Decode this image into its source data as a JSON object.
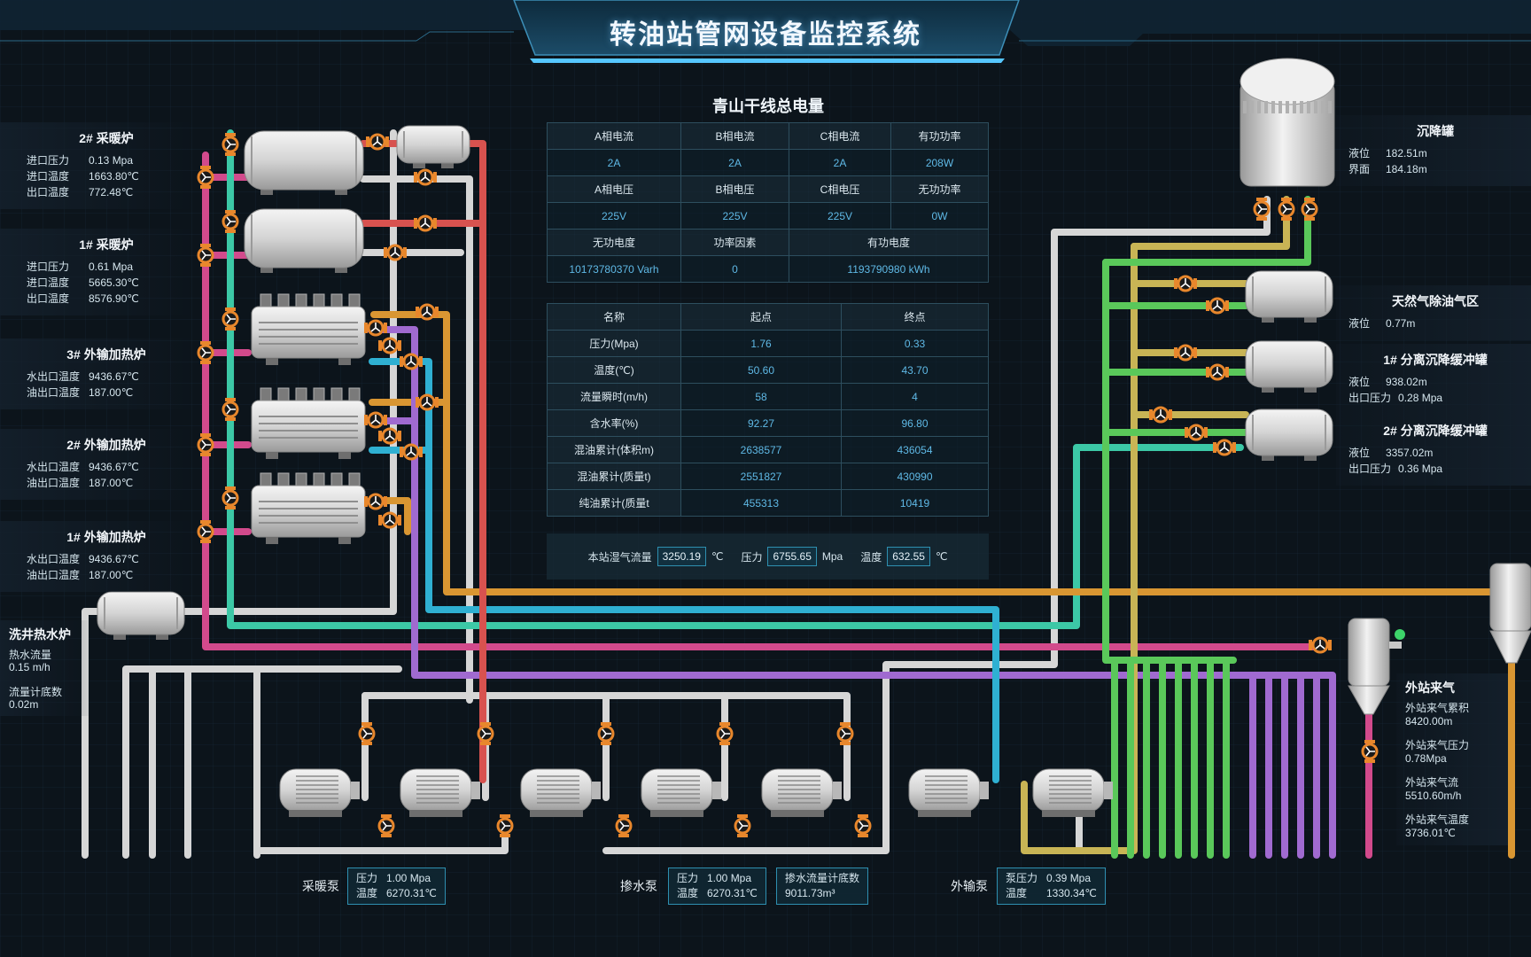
{
  "header": {
    "title": "转油站管网设备监控系统"
  },
  "left_panels": [
    {
      "title": "2# 采暖炉",
      "rows": [
        {
          "label": "进口压力",
          "value": "0.13 Mpa"
        },
        {
          "label": "进口温度",
          "value": "1663.80℃"
        },
        {
          "label": "出口温度",
          "value": "772.48℃"
        }
      ]
    },
    {
      "title": "1# 采暖炉",
      "rows": [
        {
          "label": "进口压力",
          "value": "0.61 Mpa"
        },
        {
          "label": "进口温度",
          "value": "5665.30℃"
        },
        {
          "label": "出口温度",
          "value": "8576.90℃"
        }
      ]
    },
    {
      "title": "3# 外输加热炉",
      "rows": [
        {
          "label": "水出口温度",
          "value": "9436.67℃"
        },
        {
          "label": "油出口温度",
          "value": "187.00℃"
        }
      ]
    },
    {
      "title": "2# 外输加热炉",
      "rows": [
        {
          "label": "水出口温度",
          "value": "9436.67℃"
        },
        {
          "label": "油出口温度",
          "value": "187.00℃"
        }
      ]
    },
    {
      "title": "1# 外输加热炉",
      "rows": [
        {
          "label": "水出口温度",
          "value": "9436.67℃"
        },
        {
          "label": "油出口温度",
          "value": "187.00℃"
        }
      ]
    }
  ],
  "wash_furnace": {
    "title": "洗井热水炉",
    "flow_label": "热水流量",
    "flow_value": "0.15 m/h",
    "total_label": "流量计底数",
    "total_value": "0.02m"
  },
  "power": {
    "title": "青山干线总电量",
    "h1": [
      "A相电流",
      "B相电流",
      "C相电流",
      "有功功率"
    ],
    "v1": [
      "2A",
      "2A",
      "2A",
      "208W"
    ],
    "h2": [
      "A相电压",
      "B相电压",
      "C相电压",
      "无功功率"
    ],
    "v2": [
      "225V",
      "225V",
      "225V",
      "0W"
    ],
    "h3": [
      "无功电度",
      "功率因素",
      "有功电度"
    ],
    "v3": [
      "10173780370 Varh",
      "0",
      "1193790980 kWh"
    ]
  },
  "flow_table": {
    "headers": [
      "名称",
      "起点",
      "终点"
    ],
    "rows": [
      [
        "压力(Mpa)",
        "1.76",
        "0.33"
      ],
      [
        "温度(℃)",
        "50.60",
        "43.70"
      ],
      [
        "流量瞬时(m/h)",
        "58",
        "4"
      ],
      [
        "含水率(%)",
        "92.27",
        "96.80"
      ],
      [
        "混油累计(体积m)",
        "2638577",
        "436054"
      ],
      [
        "混油累计(质量t)",
        "2551827",
        "430990"
      ],
      [
        "纯油累计(质量t",
        "455313",
        "10419"
      ]
    ]
  },
  "wet_gas": {
    "flow_label": "本站湿气流量",
    "flow_value": "3250.19",
    "flow_unit": "℃",
    "pressure_label": "压力",
    "pressure_value": "6755.65",
    "pressure_unit": "Mpa",
    "temp_label": "温度",
    "temp_value": "632.55",
    "temp_unit": "℃"
  },
  "right_panels": [
    {
      "title": "沉降罐",
      "rows": [
        {
          "label": "液位",
          "value": "182.51m"
        },
        {
          "label": "界面",
          "value": "184.18m"
        }
      ]
    },
    {
      "title": "天然气除油气区",
      "rows": [
        {
          "label": "液位",
          "value": "0.77m"
        }
      ]
    },
    {
      "title": "1# 分离沉降缓冲罐",
      "rows": [
        {
          "label": "液位",
          "value": "938.02m"
        },
        {
          "label": "出口压力",
          "value": "0.28 Mpa"
        }
      ]
    },
    {
      "title": "2# 分离沉降缓冲罐",
      "rows": [
        {
          "label": "液位",
          "value": "3357.02m"
        },
        {
          "label": "出口压力",
          "value": "0.36 Mpa"
        }
      ]
    }
  ],
  "external_gas": {
    "title": "外站来气",
    "items": [
      {
        "label": "外站来气累积",
        "value": "8420.00m"
      },
      {
        "label": "外站来气压力",
        "value": "0.78Mpa"
      },
      {
        "label": "外站来气流",
        "value": "5510.60m/h"
      },
      {
        "label": "外站来气温度",
        "value": "3736.01℃"
      }
    ]
  },
  "pumps": {
    "heating": {
      "label": "采暖泵",
      "p_label": "压力",
      "p_value": "1.00 Mpa",
      "t_label": "温度",
      "t_value": "6270.31℃"
    },
    "water": {
      "label": "掺水泵",
      "p_label": "压力",
      "p_value": "1.00 Mpa",
      "t_label": "温度",
      "t_value": "6270.31℃",
      "meter_label": "掺水流量计底数",
      "meter_value": "9011.73m³"
    },
    "export": {
      "label": "外输泵",
      "p_label": "泵压力",
      "p_value": "0.39 Mpa",
      "t_label": "温度",
      "t_value": "1330.34℃"
    }
  },
  "colors": {
    "red": "#d8524f",
    "pink": "#d24a8c",
    "teal": "#3cc8a6",
    "cyan": "#2fb0d2",
    "orange": "#d99632",
    "purple": "#a06ad0",
    "gray": "#d6d6d6",
    "olive": "#c8b455",
    "green": "#5ac85a",
    "valve": "#e8872c"
  }
}
